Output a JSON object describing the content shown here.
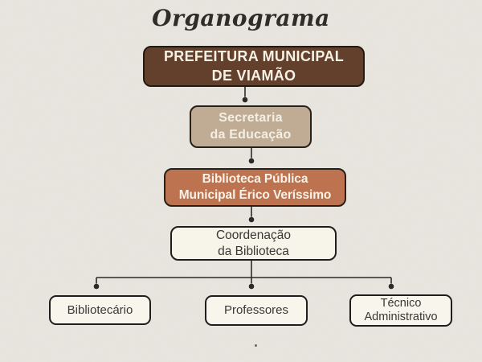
{
  "page": {
    "title": "Organograma",
    "title_color": "#2f2d2a",
    "background_color": "#e9e6e0"
  },
  "diagram": {
    "line_color": "#2b2a27",
    "nodes": [
      {
        "id": "prefeitura",
        "lines": [
          "PREFEITURA MUNICIPAL",
          "DE VIAMÃO"
        ],
        "bg": "#63402c",
        "text_color": "#f6f0e5",
        "border_color": "#241a11"
      },
      {
        "id": "secretaria",
        "lines": [
          "Secretaria",
          "da Educação"
        ],
        "bg": "#c0ac95",
        "text_color": "#f4efe4",
        "border_color": "#262019"
      },
      {
        "id": "biblioteca",
        "lines": [
          "Biblioteca Pública",
          "Municipal Érico Veríssimo"
        ],
        "bg": "#bd7350",
        "text_color": "#f8f2e7",
        "border_color": "#27201a"
      },
      {
        "id": "coordenacao",
        "lines": [
          "Coordenação",
          "da Biblioteca"
        ],
        "bg": "#f7f4ea",
        "text_color": "#3a3834",
        "border_color": "#1f1e1c"
      },
      {
        "id": "bibliotecario",
        "lines": [
          "Bibliotecário"
        ],
        "bg": "#f8f5ec",
        "text_color": "#3a3834",
        "border_color": "#1f1e1c"
      },
      {
        "id": "professores",
        "lines": [
          "Professores"
        ],
        "bg": "#f8f5ec",
        "text_color": "#3a3834",
        "border_color": "#1f1e1c"
      },
      {
        "id": "tecnico",
        "lines": [
          "Técnico",
          "Administrativo"
        ],
        "bg": "#f8f5ec",
        "text_color": "#3a3834",
        "border_color": "#1f1e1c"
      }
    ]
  }
}
